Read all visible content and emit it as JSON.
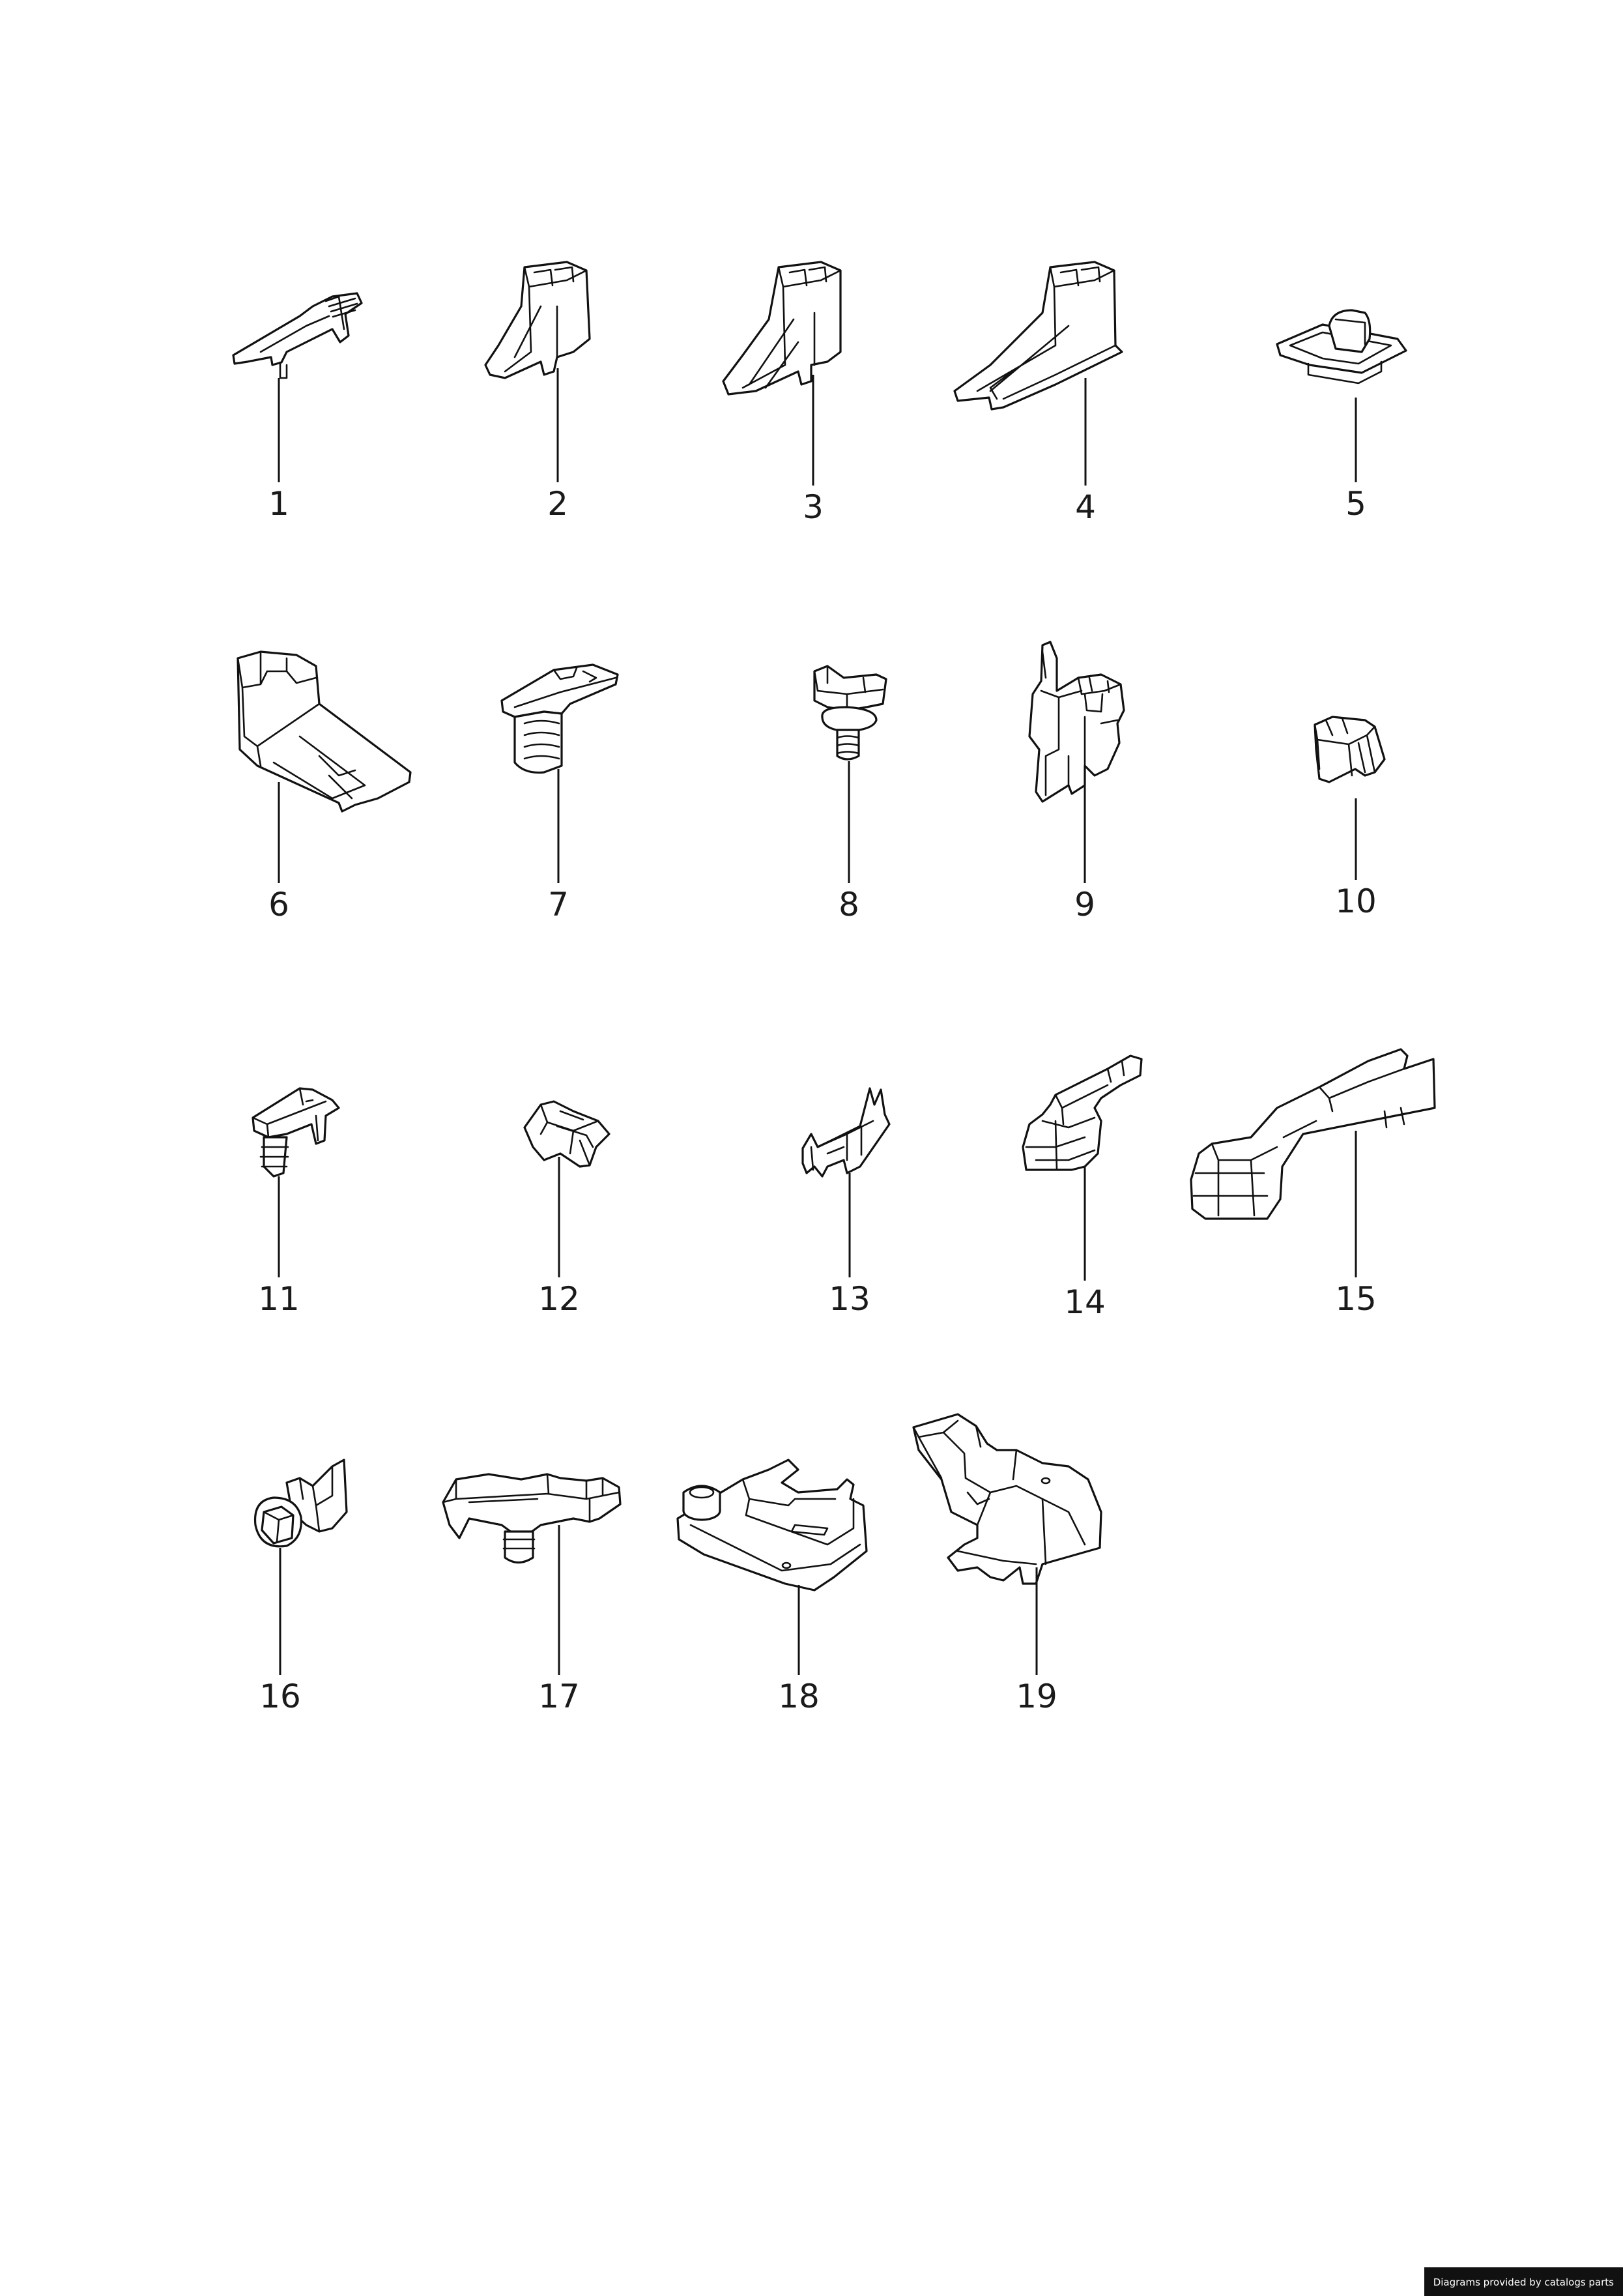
{
  "diagram": {
    "callouts": [
      "1",
      "2",
      "3",
      "4",
      "5",
      "6",
      "7",
      "8",
      "9",
      "10",
      "11",
      "12",
      "13",
      "14",
      "15",
      "16",
      "17",
      "18",
      "19"
    ]
  },
  "footer": {
    "credit": "Diagrams provided by catalogs parts"
  }
}
